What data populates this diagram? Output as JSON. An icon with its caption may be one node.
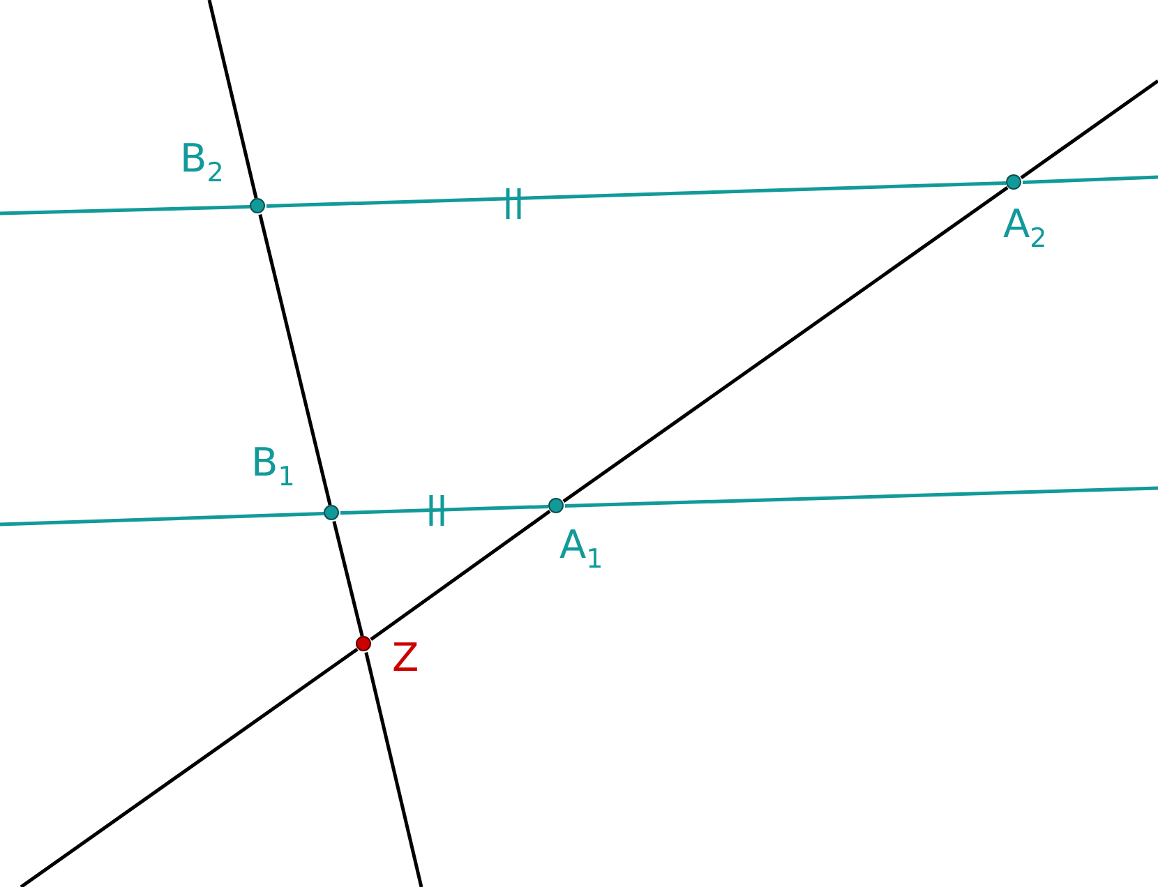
{
  "diagram": {
    "nodes": [
      {
        "text": [
          "B$_{2}$"
        ]
      },
      {
        "text": [
          "A$_{2}$"
        ]
      },
      {
        "text": [
          "B$_{1}$"
        ]
      },
      {
        "text": [
          "A$_{1}$"
        ]
      },
      {
        "text": [
          "Z"
        ]
      }
    ],
    "edges": [
      {
        "from": 0,
        "to": 1,
        "arrow": "none",
        "color": "#129a9a"
      },
      {
        "from": 2,
        "to": 3,
        "arrow": "none",
        "color": "#129a9a"
      },
      {
        "from": 4,
        "to": 2,
        "arrow": "none"
      },
      {
        "from": 2,
        "to": 0,
        "arrow": "none"
      },
      {
        "from": 4,
        "to": 3,
        "arrow": "none"
      },
      {
        "from": 3,
        "to": 1,
        "arrow": "none"
      }
    ]
  }
}
